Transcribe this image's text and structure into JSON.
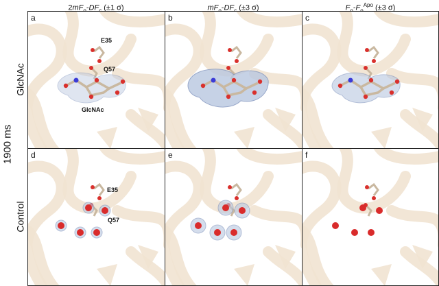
{
  "figure": {
    "time_label": "1900 ms",
    "row_labels": [
      "GlcNAc",
      "Control"
    ],
    "column_headers": [
      {
        "pre": "2",
        "italic_a": "mF",
        "sub_a": "o",
        "mid": "-",
        "italic_b": "DF",
        "sub_b": "c",
        "sup_b": "",
        "post": " (±1 σ)"
      },
      {
        "pre": "",
        "italic_a": "mF",
        "sub_a": "o",
        "mid": "-",
        "italic_b": "DF",
        "sub_b": "c",
        "sup_b": "",
        "post": " (±3 σ)"
      },
      {
        "pre": "",
        "italic_a": "F",
        "sub_a": "o",
        "mid": "-",
        "italic_b": "F",
        "sub_b": "o",
        "sup_b": "Apo",
        "post": " (±3 σ)"
      }
    ],
    "panels": [
      {
        "letter": "a",
        "labels": [
          "E35",
          "Q57",
          "GlcNAc"
        ],
        "kind": "ligand",
        "density": "light"
      },
      {
        "letter": "b",
        "labels": [],
        "kind": "ligand",
        "density": "heavy"
      },
      {
        "letter": "c",
        "labels": [],
        "kind": "ligand",
        "density": "medium"
      },
      {
        "letter": "d",
        "labels": [
          "E35",
          "Q57"
        ],
        "kind": "water",
        "density": "light"
      },
      {
        "letter": "e",
        "labels": [],
        "kind": "water",
        "density": "heavy"
      },
      {
        "letter": "f",
        "labels": [],
        "kind": "water",
        "density": "none"
      }
    ],
    "colors": {
      "ribbon": "#f1e3d2",
      "carbon": "#c9b8a0",
      "oxygen": "#d9302c",
      "nitrogen": "#3b3bd6",
      "density_fill": "#b9c7e0",
      "density_edge": "#7f93bd",
      "water": "#d92b2b"
    }
  }
}
